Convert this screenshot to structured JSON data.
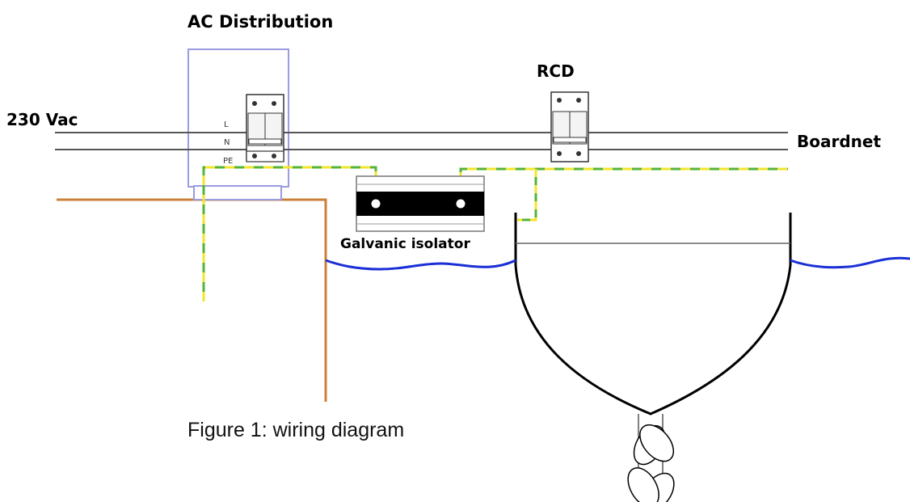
{
  "labels": {
    "ac_distribution": "AC Distribution",
    "supply": "230 Vac",
    "rcd": "RCD",
    "boardnet": "Boardnet",
    "line": "L",
    "neutral": "N",
    "protective_earth": "PE",
    "galvanic_isolator": "Galvanic isolator",
    "caption": "Figure 1: wiring diagram"
  },
  "colors": {
    "ac_distribution_box": "#9b9be0",
    "mains_wire": "#555555",
    "earth_wire_green": "#55b33a",
    "earth_wire_yellow": "#f2e62b",
    "shore_ground_wire": "#c8803a",
    "water": "#1a2fd6",
    "hull": "#000000",
    "isolator_body": "#000000"
  }
}
